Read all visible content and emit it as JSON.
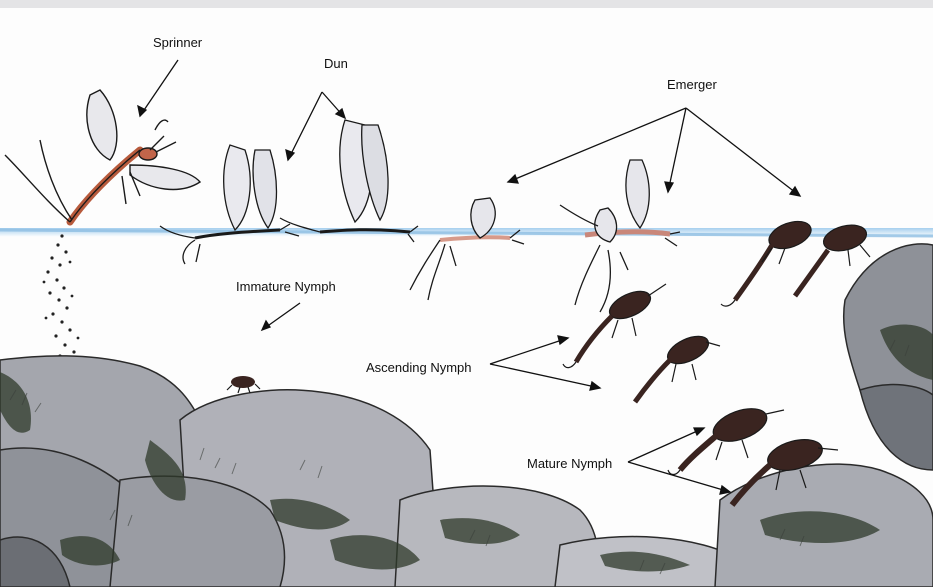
{
  "labels": {
    "sprinner": "Sprinner",
    "dun": "Dun",
    "emerger": "Emerger",
    "immature_nymph": "Immature Nymph",
    "ascending_nymph": "Ascending Nymph",
    "mature_nymph": "Mature Nymph"
  },
  "colors": {
    "water_surface": "#9cc9ea",
    "rock_fill": "#a9a9b2",
    "rock_shadow": "#5d6266",
    "moss": "#2e3a2a",
    "nymph_body": "#3a2420",
    "spinner_body": "#c2654a",
    "wing": "#e8e8ec",
    "outline": "#1a1a1a"
  }
}
